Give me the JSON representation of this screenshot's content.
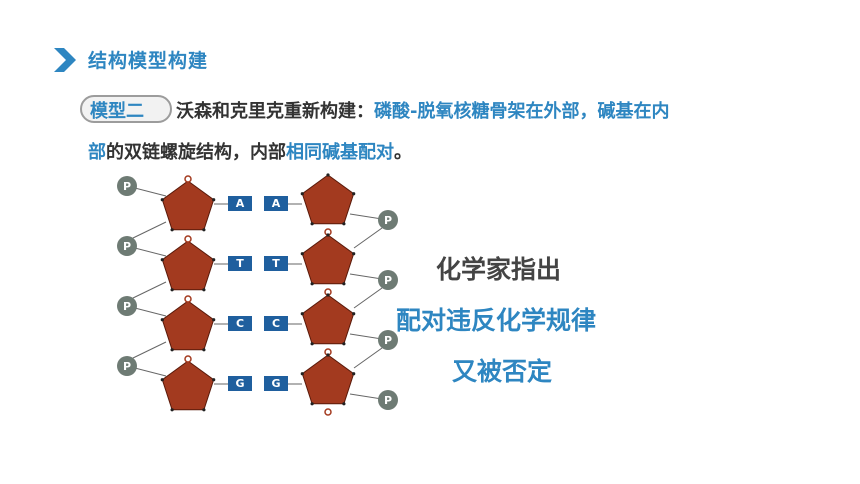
{
  "section": {
    "title": "结构模型构建",
    "icon": "chevron-right-icon"
  },
  "model": {
    "tag": "模型二",
    "line1_prefix": "沃森和克里克重新构建：",
    "line1_highlight": "磷酸-脱氧核糖骨架在外部，碱基在内",
    "line2_highlight_a": "部",
    "line2_mid": "的双链螺旋结构，内部",
    "line2_highlight_b": "相同碱基配对",
    "line2_end": "。"
  },
  "notes": {
    "line1": "化学家指出",
    "line2": "配对违反化学规律",
    "line3": "又被否定"
  },
  "diagram": {
    "phosphate_label": "P",
    "pairs": [
      {
        "left": "A",
        "right": "A"
      },
      {
        "left": "T",
        "right": "T"
      },
      {
        "left": "C",
        "right": "C"
      },
      {
        "left": "G",
        "right": "G"
      }
    ],
    "colors": {
      "sugar": "#a33a1f",
      "phosphate": "#6e7b74",
      "base": "#1f5f9e",
      "accent": "#2e86c1"
    }
  }
}
